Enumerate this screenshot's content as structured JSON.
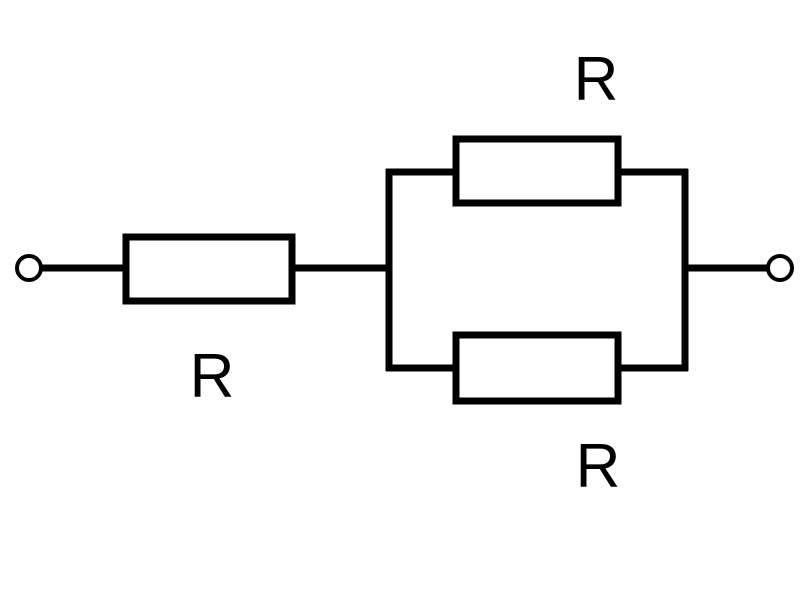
{
  "components": {
    "resistor_series": {
      "label": "R"
    },
    "resistor_parallel_top": {
      "label": "R"
    },
    "resistor_parallel_bottom": {
      "label": "R"
    }
  },
  "colors": {
    "line": "#000000",
    "background": "#ffffff"
  }
}
